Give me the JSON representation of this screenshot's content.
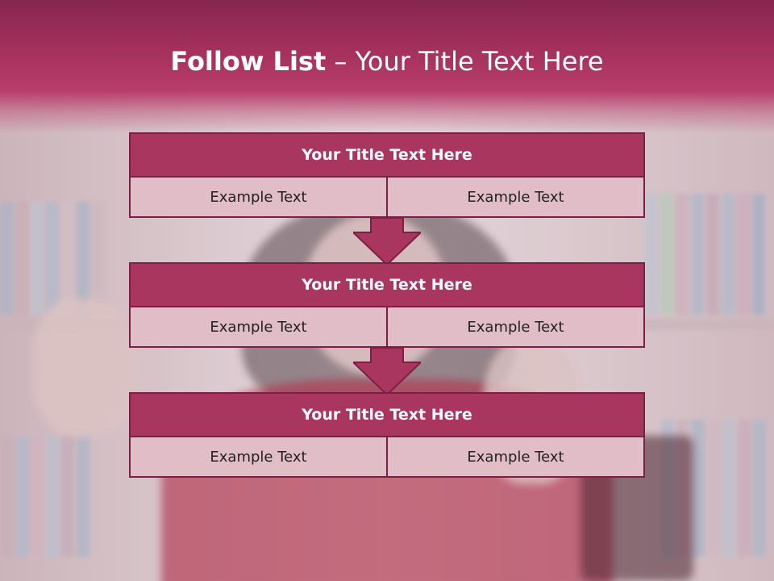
{
  "header": {
    "title_bold": "Follow List",
    "title_rest": " – Your Title Text Here"
  },
  "blocks": [
    {
      "title": "Your Title Text Here",
      "left_text": "Example Text",
      "right_text": "Example Text"
    },
    {
      "title": "Your Title Text Here",
      "left_text": "Example Text",
      "right_text": "Example Text"
    },
    {
      "title": "Your Title Text Here",
      "left_text": "Example Text",
      "right_text": "Example Text"
    }
  ],
  "colors": {
    "header": "#a9335f",
    "block_title": "#a8365f",
    "block_cell": "#e1bdc8",
    "border": "#7d1f44",
    "arrow": "#a8365f"
  },
  "icons": [
    "down-arrow-icon",
    "down-arrow-icon"
  ]
}
